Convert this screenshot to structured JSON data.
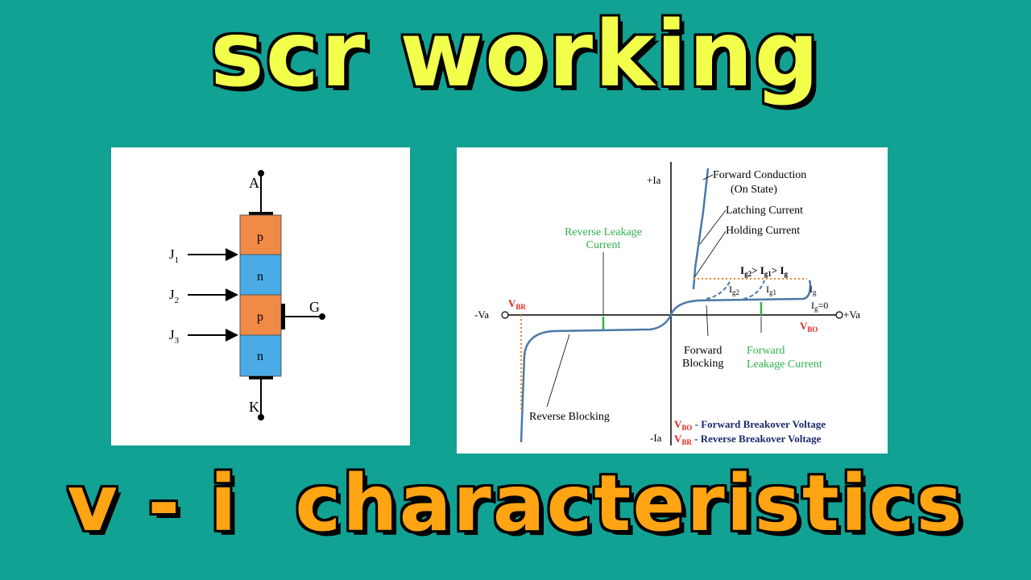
{
  "title_top": "scr working",
  "title_bottom": "v - i  characteristics",
  "colors": {
    "background": "#12a293",
    "title_top": "#f2ff4b",
    "title_bottom": "#ffa412",
    "p_layer": "#f08a46",
    "n_layer": "#4aabe7",
    "curve": "#4a78a8",
    "green": "#2fb34a",
    "red": "#e2231a"
  },
  "scr_diagram": {
    "anode": "A",
    "cathode": "K",
    "gate": "G",
    "junctions": [
      {
        "label": "J",
        "sub": "1"
      },
      {
        "label": "J",
        "sub": "2"
      },
      {
        "label": "J",
        "sub": "3"
      }
    ],
    "layers": [
      "p",
      "n",
      "p",
      "n"
    ]
  },
  "vi_graph": {
    "axis_pos_y": "+Ia",
    "axis_neg_y": "-Ia",
    "axis_pos_x": "+Va",
    "axis_neg_x": "-Va",
    "forward_conduction": "Forward Conduction",
    "on_state": "(On State)",
    "latching_current": "Latching Current",
    "holding_current": "Holding Current",
    "ig_relation_1": "I",
    "ig_relation_sub1": "g2",
    "ig_relation_2": "> I",
    "ig_relation_sub2": "g1",
    "ig_relation_3": "> I",
    "ig_relation_sub3": "g",
    "ig2": "I",
    "ig2_sub": "g2",
    "ig1": "I",
    "ig1_sub": "g1",
    "ig": "I",
    "ig_sub": "g",
    "ig0": "I",
    "ig0_sub": "g",
    "ig0_val": "=0",
    "reverse_leakage_1": "Reverse Leakage",
    "reverse_leakage_2": "Current",
    "vbr": "V",
    "vbr_sub": "BR",
    "vbo": "V",
    "vbo_sub": "BO",
    "forward_blocking_1": "Forward",
    "forward_blocking_2": "Blocking",
    "forward_leakage_1": "Forward",
    "forward_leakage_2": "Leakage Current",
    "reverse_blocking": "Reverse Blocking",
    "legend": [
      {
        "sym": "V",
        "sub": "BO",
        "desc": " - Forward Breakover Voltage"
      },
      {
        "sym": "V",
        "sub": "BR",
        "desc": " - Reverse Breakover Voltage"
      }
    ]
  }
}
